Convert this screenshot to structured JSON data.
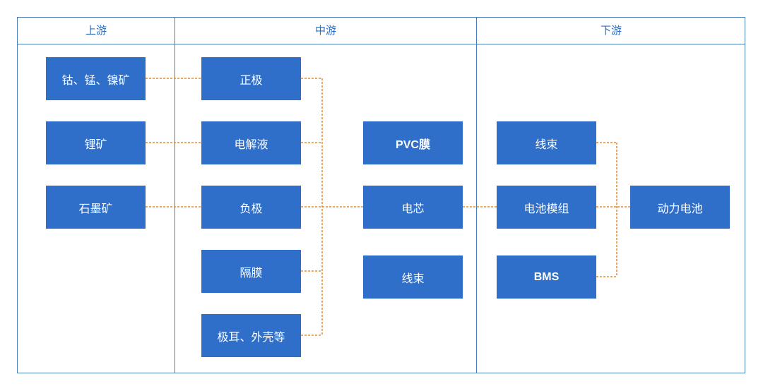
{
  "columns": {
    "upstream": "上游",
    "midstream": "中游",
    "downstream": "下游"
  },
  "nodes": {
    "cobalt_manganese_nickel": "钴、锰、镍矿",
    "lithium_ore": "锂矿",
    "graphite_ore": "石墨矿",
    "cathode": "正极",
    "electrolyte": "电解液",
    "anode": "负极",
    "separator": "隔膜",
    "tabs_casing": "极耳、外壳等",
    "pvc_film": "PVC膜",
    "cell": "电芯",
    "harness_mid": "线束",
    "harness_down": "线束",
    "battery_module": "电池模组",
    "bms": "BMS",
    "power_battery": "动力电池"
  },
  "colors": {
    "node_fill": "#2f6fc9",
    "border": "#4a7ebb",
    "connector": "#e58a2c"
  }
}
